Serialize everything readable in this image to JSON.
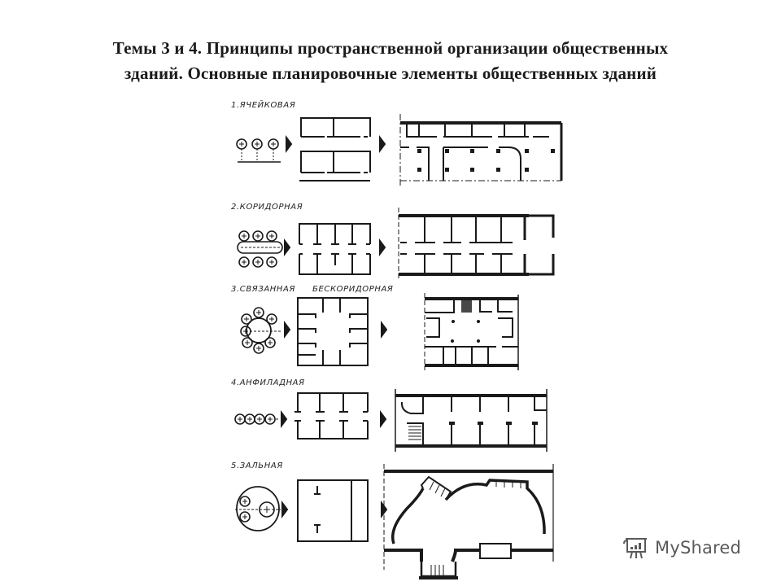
{
  "slide": {
    "title_line1": "Темы 3 и 4. Принципы пространственной организации общественных",
    "title_line2": "зданий. Основные планировочные элементы общественных зданий"
  },
  "diagram": {
    "schemes": [
      {
        "number": "1",
        "label": "1.ячейковая",
        "name": "ячейковая"
      },
      {
        "number": "2",
        "label": "2.коридорная",
        "name": "коридорная"
      },
      {
        "number": "3",
        "label": "3.связанная",
        "name": "связанная",
        "sublabel": "бескоридорная"
      },
      {
        "number": "4",
        "label": "4.анфиладная",
        "name": "анфиладная"
      },
      {
        "number": "5",
        "label": "5.зальная",
        "name": "зальная"
      }
    ],
    "columns": [
      "schema",
      "simplified-plan",
      "floor-plan"
    ],
    "colors": {
      "ink": "#1a1a1a",
      "background": "#ffffff"
    }
  },
  "watermark": {
    "text": "MyShared",
    "icon": "presentation-board-icon"
  }
}
